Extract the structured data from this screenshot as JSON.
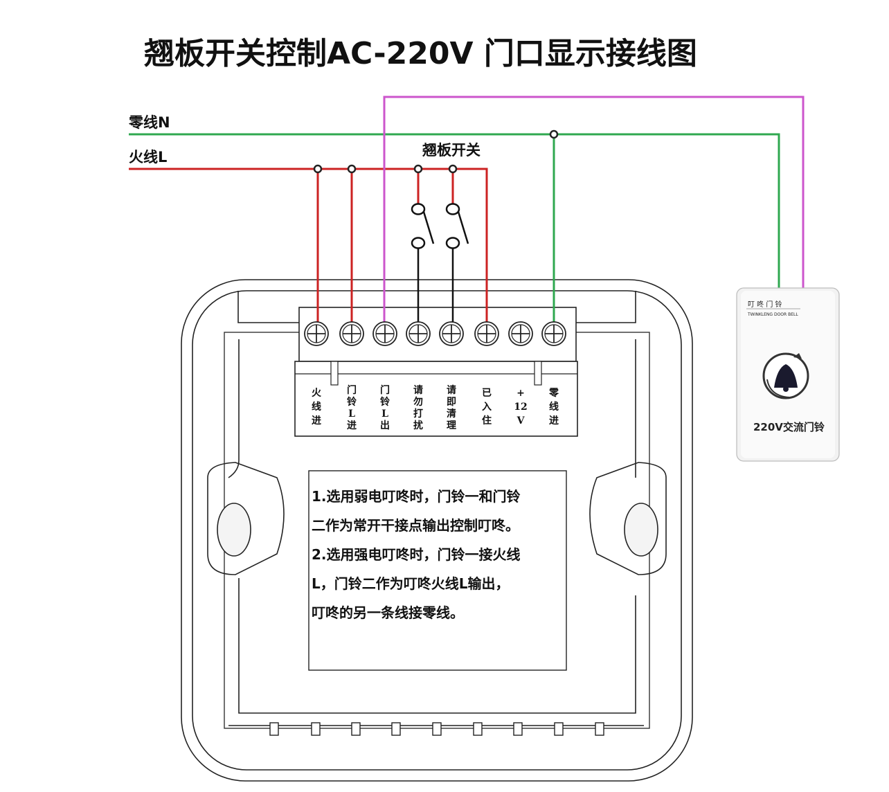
{
  "title": "翘板开关控制AC-220V 门口显示接线图",
  "wires": {
    "neutral_label": "零线N",
    "live_label": "火线L",
    "switch_label": "翘板开关",
    "colors": {
      "neutral": "#2fa84f",
      "live": "#cc2222",
      "bell": "#cc55cc",
      "signal": "#111111"
    }
  },
  "terminals": [
    {
      "id": "live-in",
      "label": [
        "火",
        "线",
        "进"
      ]
    },
    {
      "id": "doorbell-l-in",
      "label": [
        "门",
        "铃",
        "L",
        "进"
      ]
    },
    {
      "id": "doorbell-l-out",
      "label": [
        "门",
        "铃",
        "L",
        "出"
      ]
    },
    {
      "id": "do-not-disturb",
      "label": [
        "请",
        "勿",
        "打",
        "扰"
      ]
    },
    {
      "id": "make-up-room",
      "label": [
        "请",
        "即",
        "清",
        "理"
      ]
    },
    {
      "id": "occupied",
      "label": [
        "已",
        "入",
        "住"
      ]
    },
    {
      "id": "plus-12v",
      "label": [
        "+",
        "12",
        "V"
      ]
    },
    {
      "id": "neutral-in",
      "label": [
        "零",
        "线",
        "进"
      ]
    }
  ],
  "notes": [
    "1.选用弱电叮咚时，门铃一和门铃",
    "二作为常开干接点输出控制叮咚。",
    "2.选用强电叮咚时，门铃一接火线",
    "L，门铃二作为叮咚火线L输出，",
    "叮咚的另一条线接零线。"
  ],
  "doorbell": {
    "brand_cn": "叮 咚 门 铃",
    "brand_en": "TWINKLENG DOOR BELL",
    "label": "220V交流门铃"
  }
}
